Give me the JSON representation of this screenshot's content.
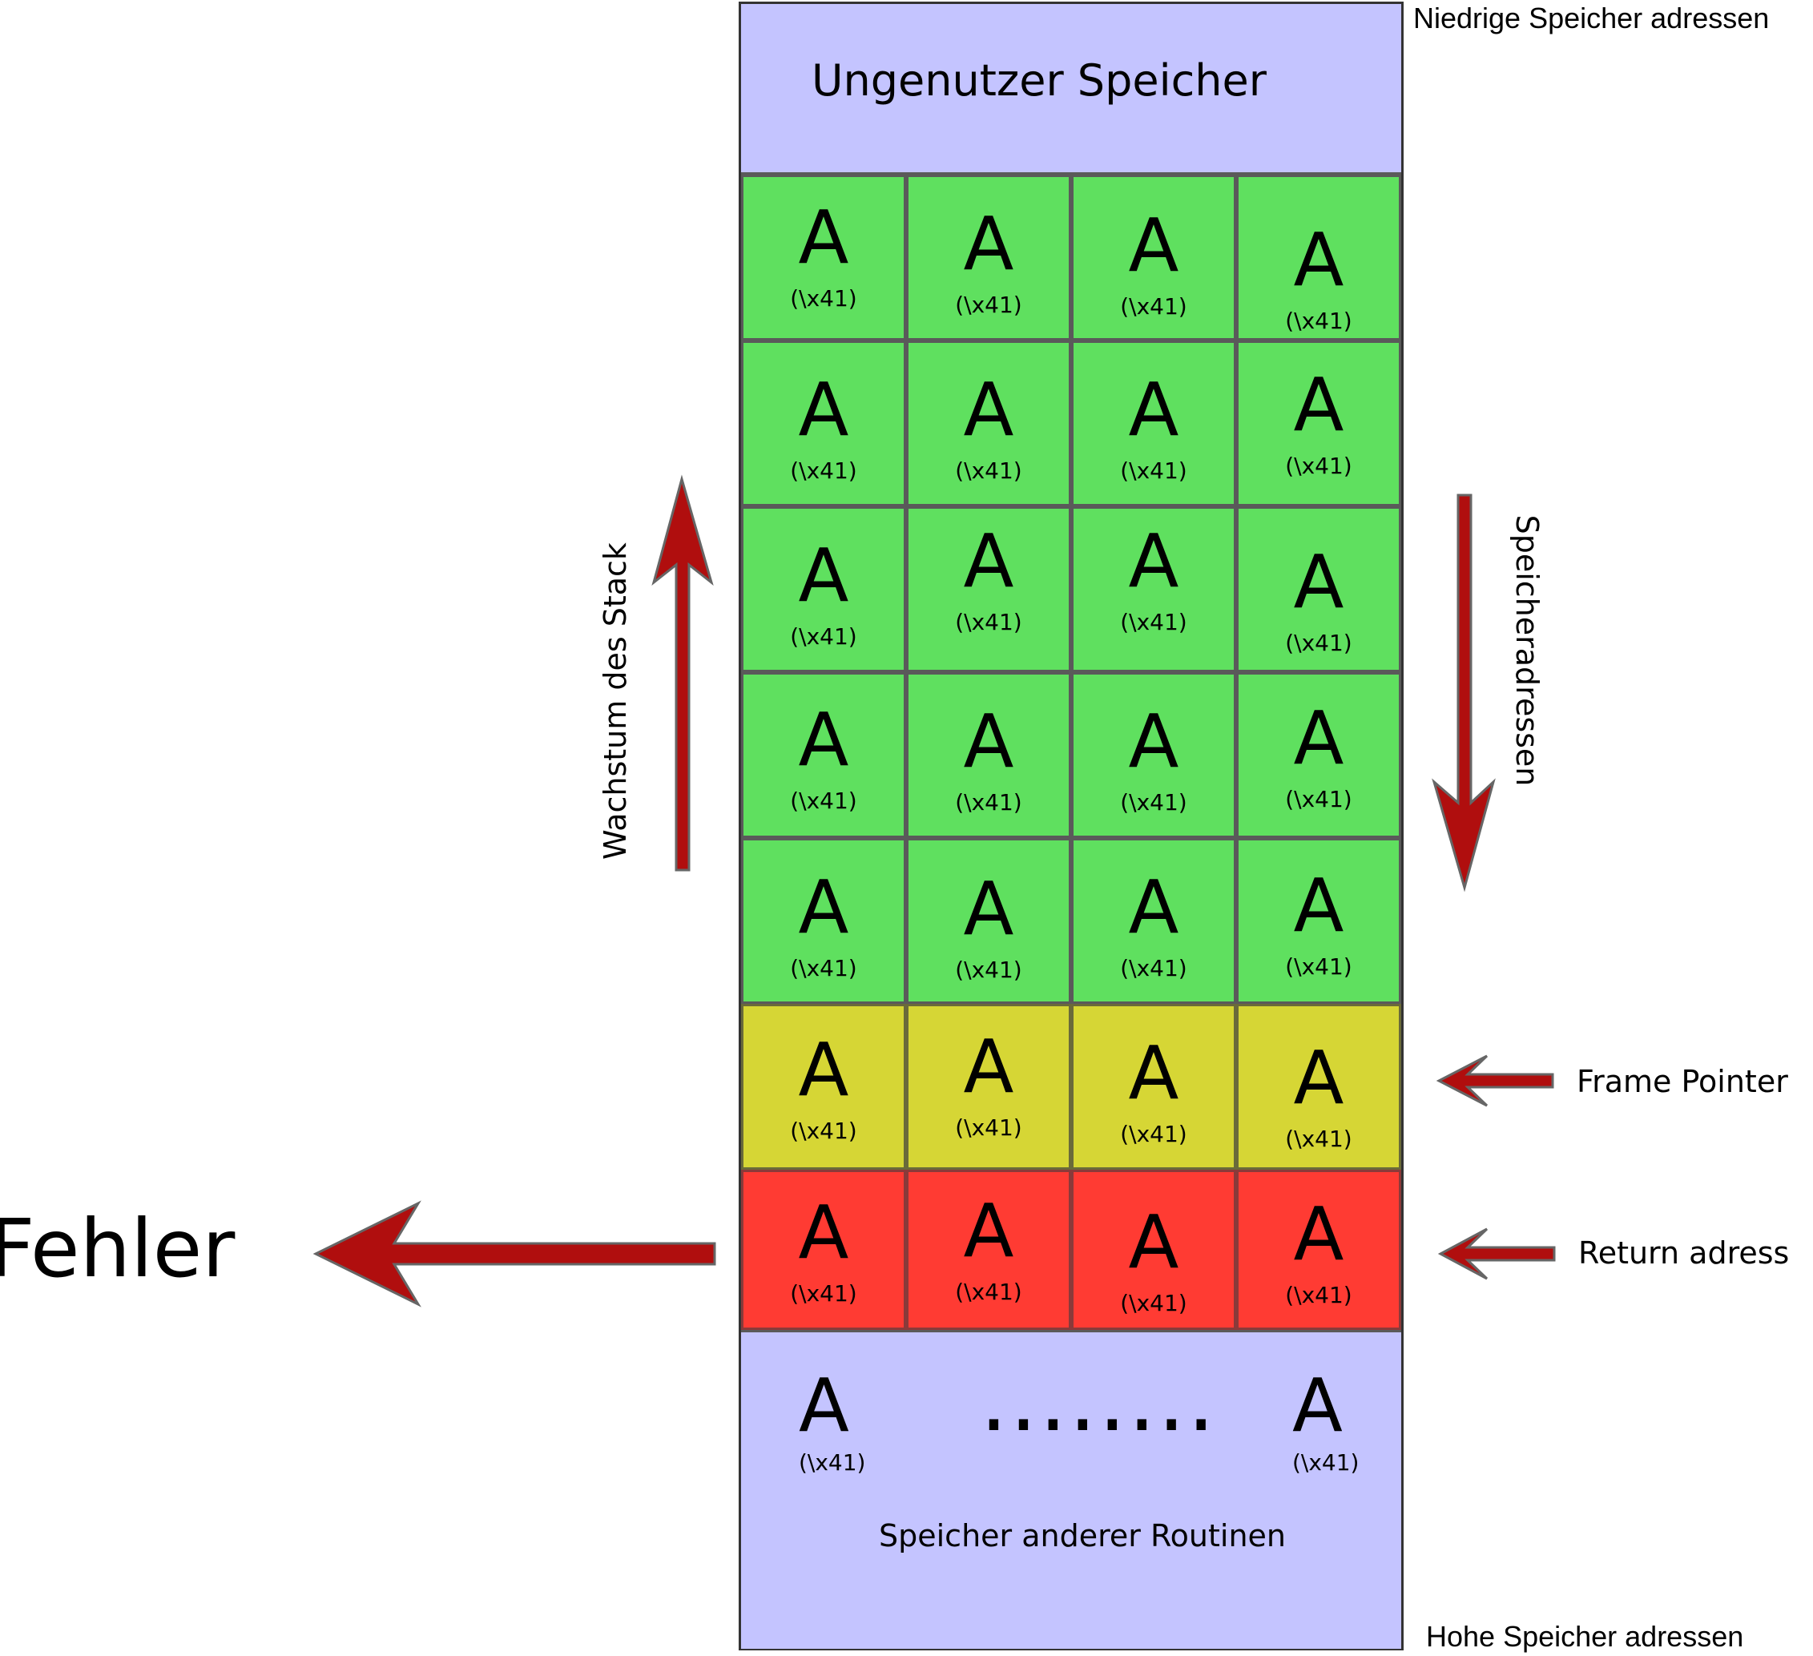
{
  "labels": {
    "low_addresses": "Niedrige Speicher adressen",
    "high_addresses": "Hohe Speicher adressen",
    "unused_memory": "Ungenutzer Speicher",
    "other_routines": "Speicher anderer Routinen",
    "stack_growth": "Wachstum des Stack",
    "memory_addresses": "Speicheradressen",
    "frame_pointer": "Frame Pointer",
    "return_address": "Return adress",
    "error": "Fehler",
    "ellipsis": "........"
  },
  "cell": {
    "char": "A",
    "hex": "(\\x41)"
  },
  "colors": {
    "unused": "#c4c4ff",
    "buffer": "#5fe05f",
    "frame_pointer": "#d6d635",
    "return_address": "#ff3b33",
    "arrow": "#b00e0e"
  },
  "rows": [
    {
      "type": "buffer"
    },
    {
      "type": "buffer"
    },
    {
      "type": "buffer"
    },
    {
      "type": "buffer"
    },
    {
      "type": "buffer"
    },
    {
      "type": "frame_pointer"
    },
    {
      "type": "return_address"
    }
  ]
}
